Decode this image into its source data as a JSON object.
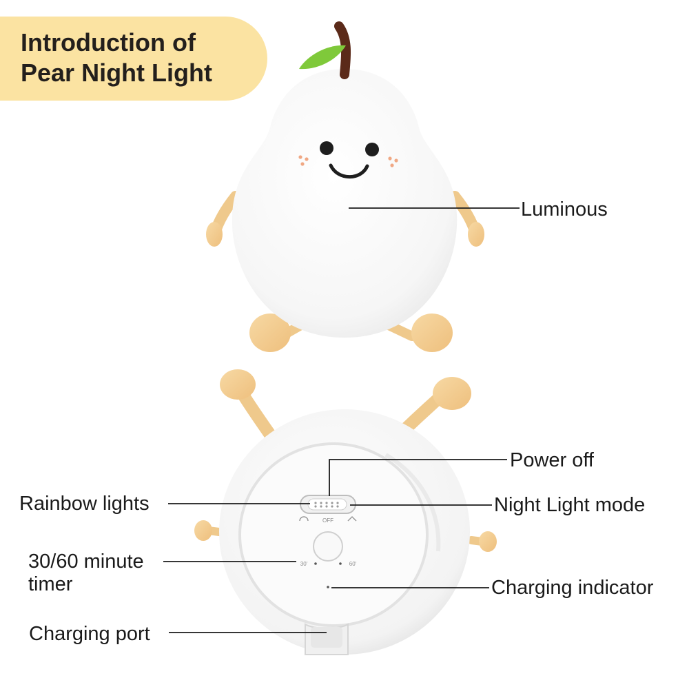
{
  "title": {
    "line1": "Introduction of",
    "line2": "Pear Night Light"
  },
  "labels": {
    "luminous": "Luminous",
    "power_off": "Power off",
    "rainbow_lights": "Rainbow lights",
    "night_light_mode": "Night Light mode",
    "timer_line1": "30/60 minute",
    "timer_line2": "timer",
    "charging_indicator": "Charging indicator",
    "charging_port": "Charging port"
  },
  "switch_marks": {
    "off": "OFF",
    "t30": "30'",
    "t60": "60'"
  },
  "colors": {
    "banner": "#fbe3a2",
    "limb": "#f3cd8e",
    "stem": "#5b2a19",
    "leaf": "#7fc93a",
    "body": "#f7f7f7"
  }
}
